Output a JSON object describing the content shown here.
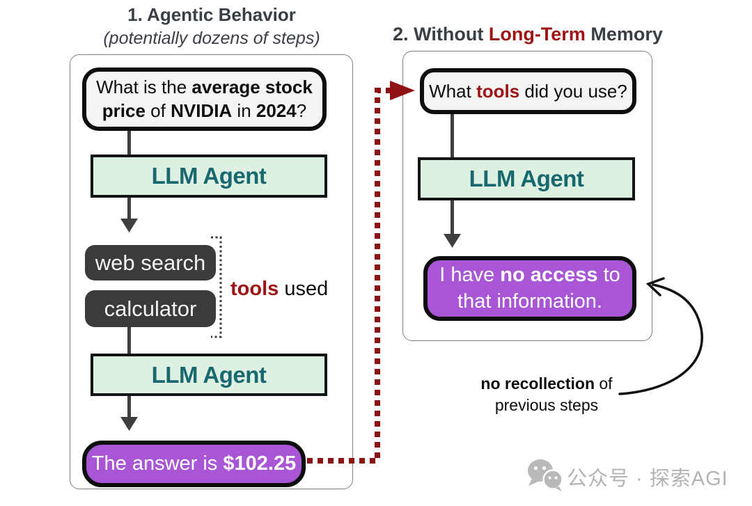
{
  "colors": {
    "ink": "#0d0d0d",
    "title-gray": "#3a3f46",
    "dark-red": "#8e1212",
    "accent-red": "#9e1212",
    "teal": "#17686f",
    "green-bg": "#def0e2",
    "purple": "#a855d6",
    "tool-gray": "#3b3b3b",
    "arrow-gray": "#3f3f3f",
    "panel-border": "#7f7f7f",
    "watermark-gray": "#b3b3b3",
    "box-bg": "#f4f4f5"
  },
  "left_panel": {
    "title": "1. Agentic Behavior",
    "subtitle": "(potentially dozens of steps)",
    "question": {
      "segments": [
        {
          "text": "What is the ",
          "bold": false
        },
        {
          "text": "average stock price",
          "bold": true
        },
        {
          "text": " of ",
          "bold": false
        },
        {
          "text": "NVIDIA",
          "bold": true
        },
        {
          "text": " in ",
          "bold": false
        },
        {
          "text": "2024",
          "bold": true
        },
        {
          "text": "?",
          "bold": false
        }
      ]
    },
    "llm_agent_top": "LLM Agent",
    "tool_boxes": [
      "web search",
      "calculator"
    ],
    "tools_label": {
      "segments": [
        {
          "text": "tools",
          "bold": true,
          "color": "red"
        },
        {
          "text": " used",
          "bold": false
        }
      ]
    },
    "llm_agent_bottom": "LLM Agent",
    "answer": {
      "segments": [
        {
          "text": "The answer is ",
          "bold": false
        },
        {
          "text": "$102.25",
          "bold": true
        }
      ]
    }
  },
  "right_panel": {
    "title": {
      "segments": [
        {
          "text": "2. Without "
        },
        {
          "text": "Long-Term",
          "color": "red"
        },
        {
          "text": " Memory"
        }
      ]
    },
    "question": {
      "segments": [
        {
          "text": "What "
        },
        {
          "text": "tools",
          "bold": true,
          "color": "red"
        },
        {
          "text": " did you use?"
        }
      ]
    },
    "llm_agent": "LLM Agent",
    "response": {
      "segments": [
        {
          "text": "I have "
        },
        {
          "text": "no access",
          "bold": true
        },
        {
          "text": " to that information."
        }
      ]
    },
    "annotation": {
      "segments": [
        {
          "text": "no recollection",
          "bold": true
        },
        {
          "text": " of previous steps"
        }
      ]
    }
  },
  "watermark": {
    "label": "公众号 · 探索AGI",
    "icon": "wechat-icon"
  }
}
